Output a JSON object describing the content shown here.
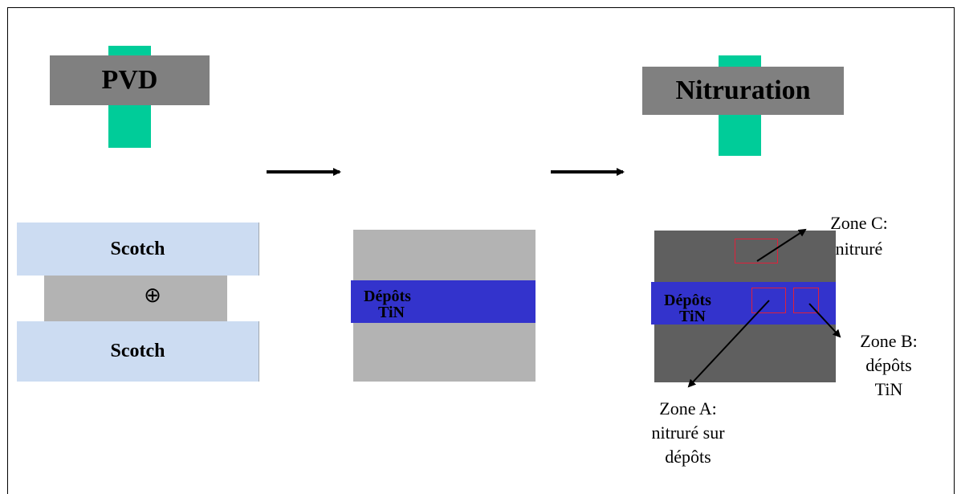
{
  "labels": {
    "pvd": "PVD",
    "nitruration": "Nitruration",
    "scotch_top": "Scotch",
    "scotch_bottom": "Scotch",
    "deposits_middle_line1": "Dépôts",
    "deposits_middle_line2": "TiN",
    "deposits_right_line1": "Dépôts",
    "deposits_right_line2": "TiN"
  },
  "zones": {
    "a": {
      "line1": "Zone A:",
      "line2": "nitruré sur",
      "line3": "dépôts"
    },
    "b": {
      "line1": "Zone B:",
      "line2": "dépôts",
      "line3": "TiN"
    },
    "c": {
      "line1": "Zone C:",
      "line2": "nitruré"
    }
  },
  "symbols": {
    "sample_mark": "⊕"
  },
  "colors": {
    "process_bar": "#00cc99",
    "process_label_bg": "#808080",
    "scotch": "#ccdcf2",
    "substrate": "#b3b3b3",
    "tin_deposit": "#3333cc",
    "nitrided": "#5f5f5f",
    "zone_outline": "#e0203a"
  }
}
